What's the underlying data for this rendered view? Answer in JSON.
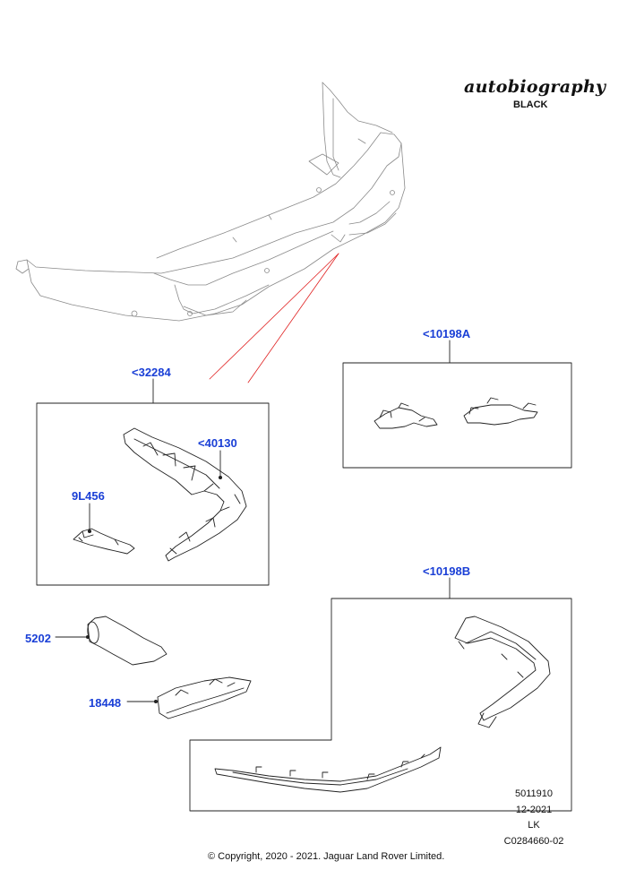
{
  "brand": {
    "script": "autobiography",
    "sub": "BLACK"
  },
  "callouts": {
    "c32284": "<32284",
    "c40130": "<40130",
    "c9l456": "9L456",
    "c10198a": "<10198A",
    "c10198b": "<10198B",
    "c5202": "5202",
    "c18448": "18448"
  },
  "reference": {
    "number": "5011910",
    "date": "12-2021",
    "initials": "LK",
    "code": "C0284660-02"
  },
  "copyright": "© Copyright, 2020 - 2021. Jaguar Land Rover Limited.",
  "colors": {
    "callout": "#1a3fd6",
    "leader_red": "#e02020",
    "line": "#222222"
  }
}
